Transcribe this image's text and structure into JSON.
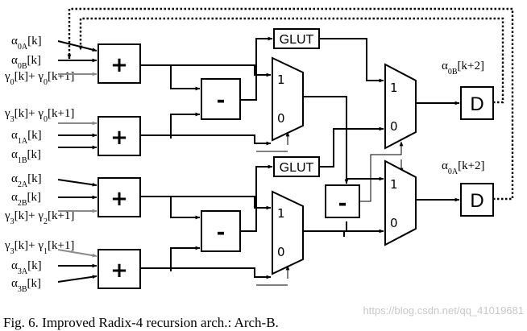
{
  "figure": {
    "caption": "Fig. 6.   Improved Radix-4 recursion arch.: Arch-B.",
    "watermark": "https://blog.csdn.net/qq_41019681",
    "inputs": [
      [
        "α",
        "0A",
        "[k]"
      ],
      [
        "α",
        "0B",
        "[k]"
      ],
      [
        "γ",
        "0",
        "[k]+ γ",
        "0",
        "[k+1]"
      ],
      [
        "γ",
        "3",
        "[k]+ γ",
        "0",
        "[k+1]"
      ],
      [
        "α",
        "1A",
        "[k]"
      ],
      [
        "α",
        "1B",
        "[k]"
      ],
      [
        "α",
        "2A",
        "[k]"
      ],
      [
        "α",
        "2B",
        "[k]"
      ],
      [
        "γ",
        "3",
        "[k]+ γ",
        "2",
        "[k+1]"
      ],
      [
        "γ",
        "3",
        "[k]+ γ",
        "1",
        "[k+1]"
      ],
      [
        "α",
        "3A",
        "[k]"
      ],
      [
        "α",
        "3B",
        "[k]"
      ]
    ],
    "outputs": [
      [
        "α",
        "0B",
        "[k+2]"
      ],
      [
        "α",
        "0A",
        "[k+2]"
      ]
    ],
    "blocks": {
      "plus": "+",
      "minus": "-",
      "glut": "GLUT",
      "reg": "D",
      "mux_one": "1",
      "mux_zero": "0"
    }
  }
}
